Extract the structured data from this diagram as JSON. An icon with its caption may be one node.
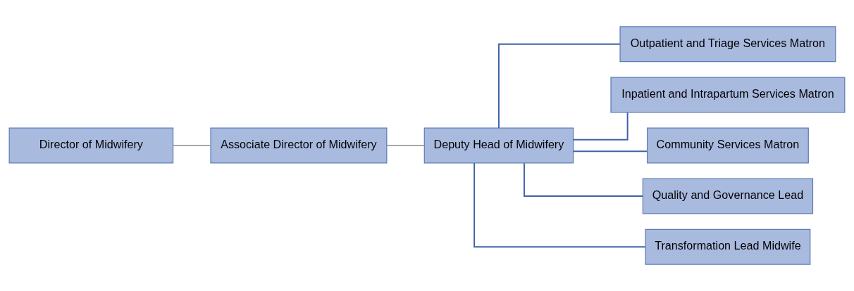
{
  "diagram": {
    "nodes": [
      {
        "text": [
          "Director of Midwifery"
        ]
      },
      {
        "text": [
          "Associate Director of Midwifery"
        ]
      },
      {
        "text": [
          "Deputy Head of Midwifery"
        ]
      },
      {
        "text": [
          "Outpatient and Triage Services Matron"
        ]
      },
      {
        "text": [
          "Inpatient and Intrapartum Services Matron"
        ]
      },
      {
        "text": [
          "Community Services Matron"
        ]
      },
      {
        "text": [
          "Quality and Governance Lead"
        ]
      },
      {
        "text": [
          "Transformation Lead Midwife"
        ]
      }
    ],
    "edges": [
      {
        "from": 0,
        "to": 1,
        "arrow": "none",
        "color": "#a6a6a6"
      },
      {
        "from": 1,
        "to": 2,
        "arrow": "none",
        "color": "#a6a6a6"
      },
      {
        "from": 2,
        "to": 3,
        "arrow": "none"
      },
      {
        "from": 2,
        "to": 4,
        "arrow": "none"
      },
      {
        "from": 2,
        "to": 5,
        "arrow": "none"
      },
      {
        "from": 2,
        "to": 6,
        "arrow": "none"
      },
      {
        "from": 2,
        "to": 7,
        "arrow": "none"
      }
    ]
  }
}
